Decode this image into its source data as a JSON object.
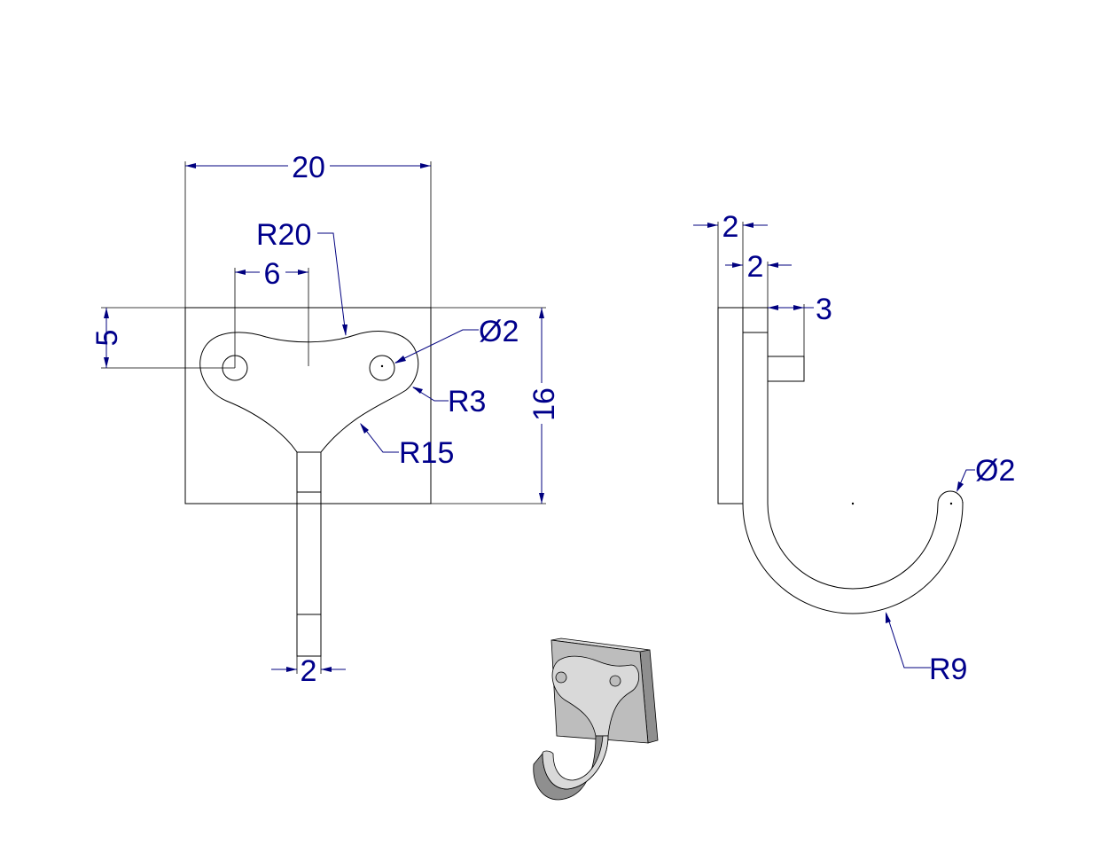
{
  "colors": {
    "part": "#000000",
    "dimension": "#00007f",
    "dimension_text": "#00008b",
    "iso_face_light": "#d9d9d9",
    "iso_face_mid": "#bdbdbd",
    "iso_face_dark": "#8f8f8f",
    "background": "#ffffff"
  },
  "front_view": {
    "dims": {
      "width": "20",
      "radius_top": "R20",
      "hole_spacing": "6",
      "hole_offset": "5",
      "hole_dia": "Ø2",
      "radius_lobe": "R3",
      "height": "16",
      "radius_neck": "R15",
      "stem_width": "2"
    }
  },
  "side_view": {
    "dims": {
      "plate_thickness": "2",
      "hook_thickness": "2",
      "pin_length": "3",
      "tip_dia": "Ø2",
      "hook_radius": "R9"
    }
  },
  "isometric_view": {
    "icon": "hook-isometric-icon"
  }
}
